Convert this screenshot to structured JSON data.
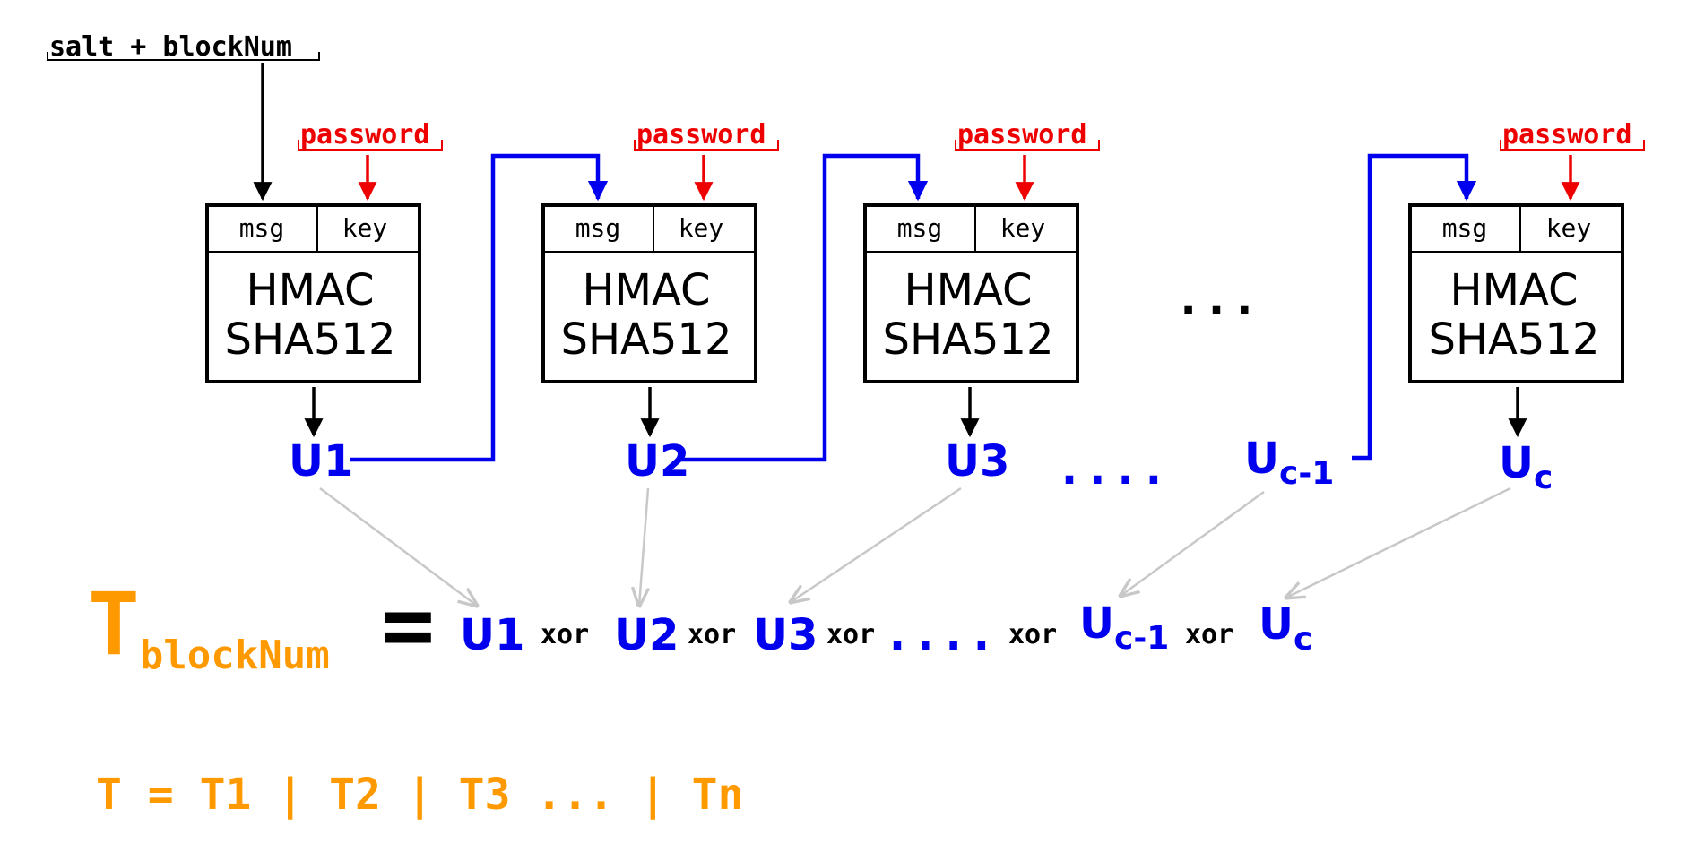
{
  "input_label": "salt + blockNum",
  "key_label": "password",
  "block": {
    "msg": "msg",
    "key": "key",
    "title_line1": "HMAC",
    "title_line2": "SHA512"
  },
  "outputs": [
    {
      "base": "U",
      "num": "1"
    },
    {
      "base": "U",
      "num": "2"
    },
    {
      "base": "U",
      "num": "3"
    },
    {
      "base": "U",
      "sub": "c-1"
    },
    {
      "base": "U",
      "sub": "c"
    }
  ],
  "ellipsis_blocks": "...",
  "ellipsis_outputs": "....",
  "equation": {
    "lhs_base": "T",
    "lhs_sub": "blockNum",
    "equals": "=",
    "op": "xor",
    "ellipsis": "...."
  },
  "concat_line": "T = T1 | T2 | T3 ... | Tn",
  "colors": {
    "black": "#000000",
    "red": "#ee0000",
    "blue": "#0000ee",
    "gray": "#c8c8c8",
    "orange": "#ff9900"
  }
}
